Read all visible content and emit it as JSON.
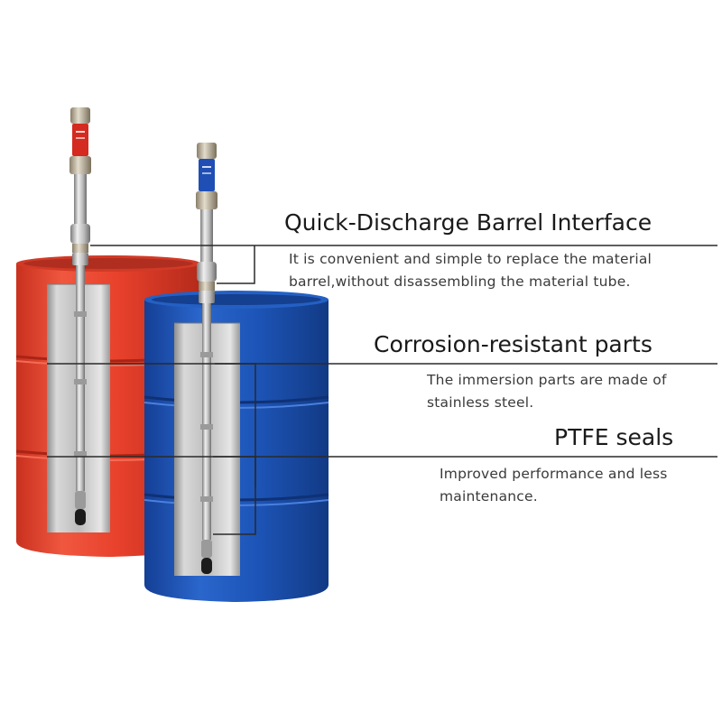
{
  "features": [
    {
      "title": "Quick-Discharge Barrel Interface",
      "description_lines": [
        "It is convenient and simple to replace the material",
        "barrel,without disassembling the material tube."
      ]
    },
    {
      "title": "Corrosion-resistant parts",
      "description_lines": [
        "The immersion parts are made of",
        "stainless steel."
      ]
    },
    {
      "title": "PTFE seals",
      "description_lines": [
        "Improved performance and less",
        "maintenance."
      ]
    }
  ],
  "illustration": {
    "barrels": [
      {
        "color_name": "red",
        "body_color": "#e8412c",
        "pump_label_color": "#d42a1f"
      },
      {
        "color_name": "blue",
        "body_color": "#1d55b8",
        "pump_label_color": "#1f4fb5"
      }
    ]
  }
}
